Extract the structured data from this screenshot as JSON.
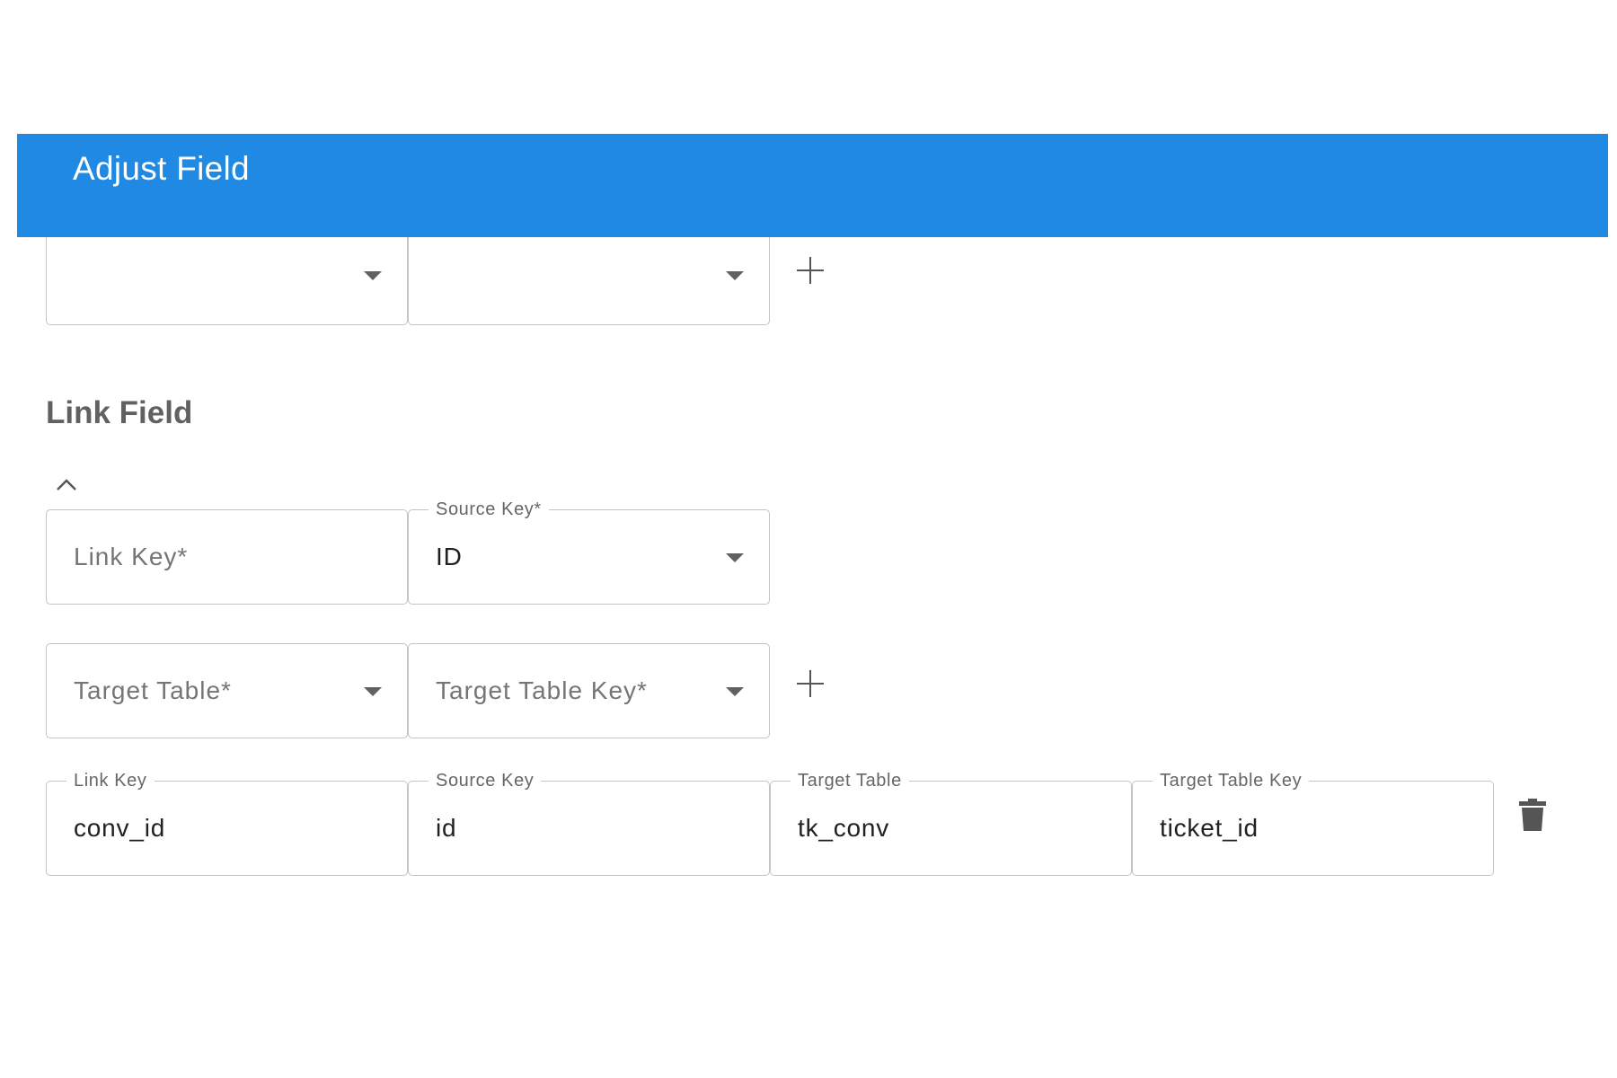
{
  "header": {
    "title": "Adjust Field"
  },
  "top_row": {
    "field1": {
      "value": ""
    },
    "field2": {
      "value": ""
    }
  },
  "link_section": {
    "title": "Link Field",
    "link_key": {
      "placeholder": "Link Key*"
    },
    "source_key": {
      "label": "Source Key*",
      "value": "ID"
    },
    "target_table": {
      "placeholder": "Target Table*"
    },
    "target_table_key": {
      "placeholder": "Target Table Key*"
    }
  },
  "link_entry": {
    "link_key": {
      "label": "Link Key",
      "value": "conv_id"
    },
    "source_key": {
      "label": "Source Key",
      "value": "id"
    },
    "target_table": {
      "label": "Target Table",
      "value": "tk_conv"
    },
    "target_table_key": {
      "label": "Target Table Key",
      "value": "ticket_id"
    }
  },
  "icons": {
    "add": "plus-icon",
    "collapse": "chevron-up-icon",
    "delete": "trash-icon",
    "dropdown": "caret-down-icon"
  },
  "colors": {
    "header_bg": "#2089e3",
    "header_text": "#ffffff",
    "border": "#c4c4c4",
    "section_title": "#616161"
  }
}
